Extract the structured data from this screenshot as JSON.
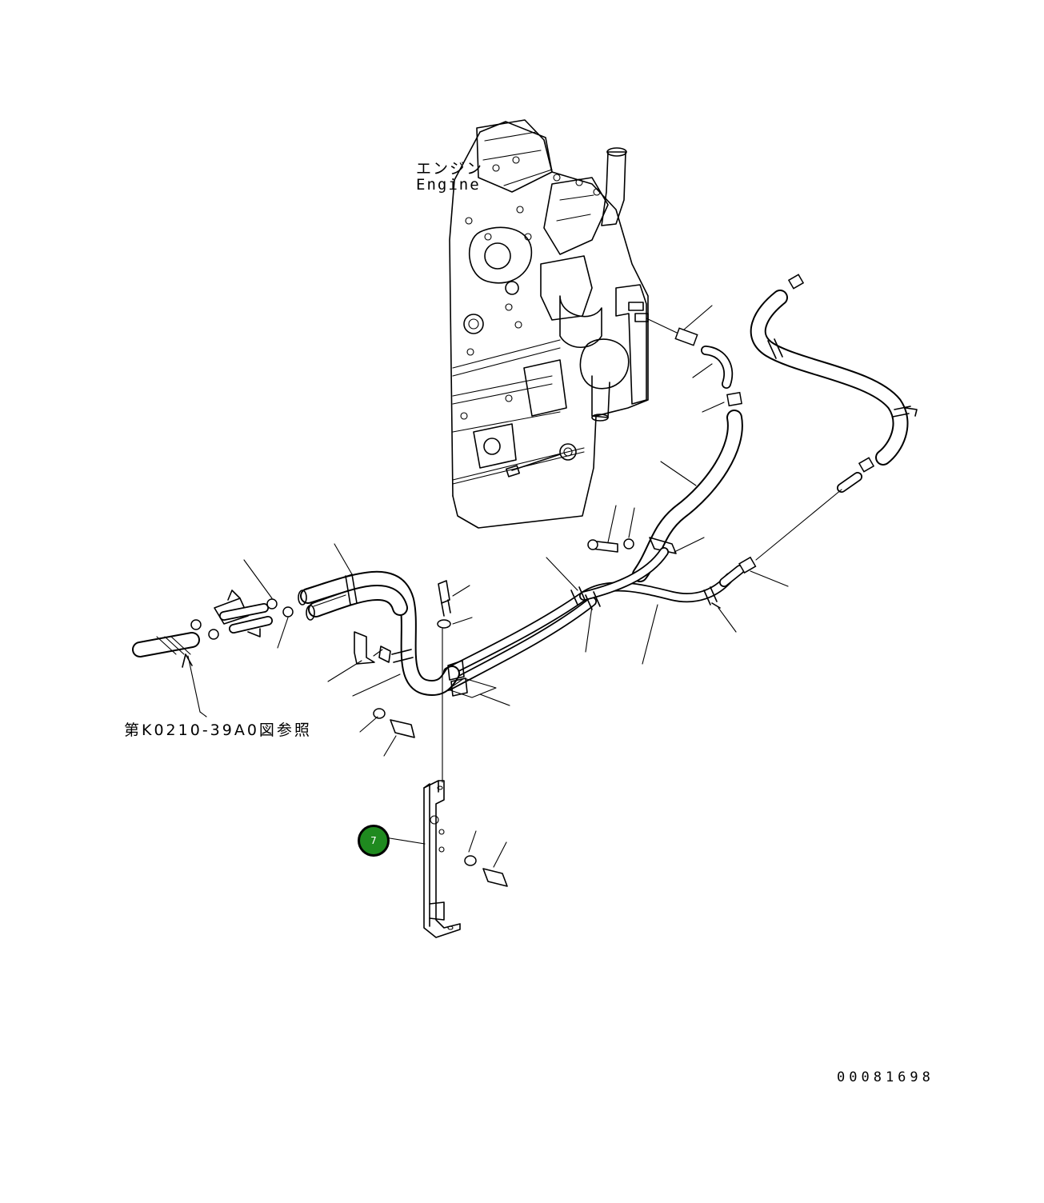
{
  "labels": {
    "engine_jp": "エンジン",
    "engine_en": "Engine",
    "reference_note": "第K0210-39A0図参照",
    "drawing_number": "00081698"
  },
  "callouts": [
    {
      "number": "7",
      "color": "#1f8a1f",
      "target": "bracket"
    }
  ],
  "icons": {
    "engine": "engine-block-icon",
    "bracket": "bracket-icon"
  }
}
